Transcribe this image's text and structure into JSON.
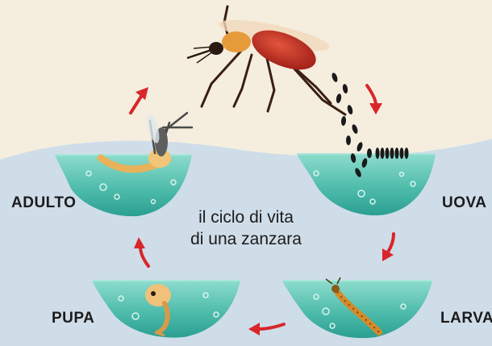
{
  "title": {
    "line1": "il ciclo di vita",
    "line2": "di una zanzara"
  },
  "stages": {
    "adult": "ADULTO",
    "eggs": "UOVA",
    "larva": "LARVA",
    "pupa": "PUPA"
  },
  "colors": {
    "background_top": "#f5eedf",
    "background_bottom": "#cfdde9",
    "water_top": "#7fd3c6",
    "water_bottom": "#2fa99c",
    "arrow": "#d9262b",
    "mosquito_body": "#c9281f",
    "mosquito_legs": "#3a1f12"
  }
}
